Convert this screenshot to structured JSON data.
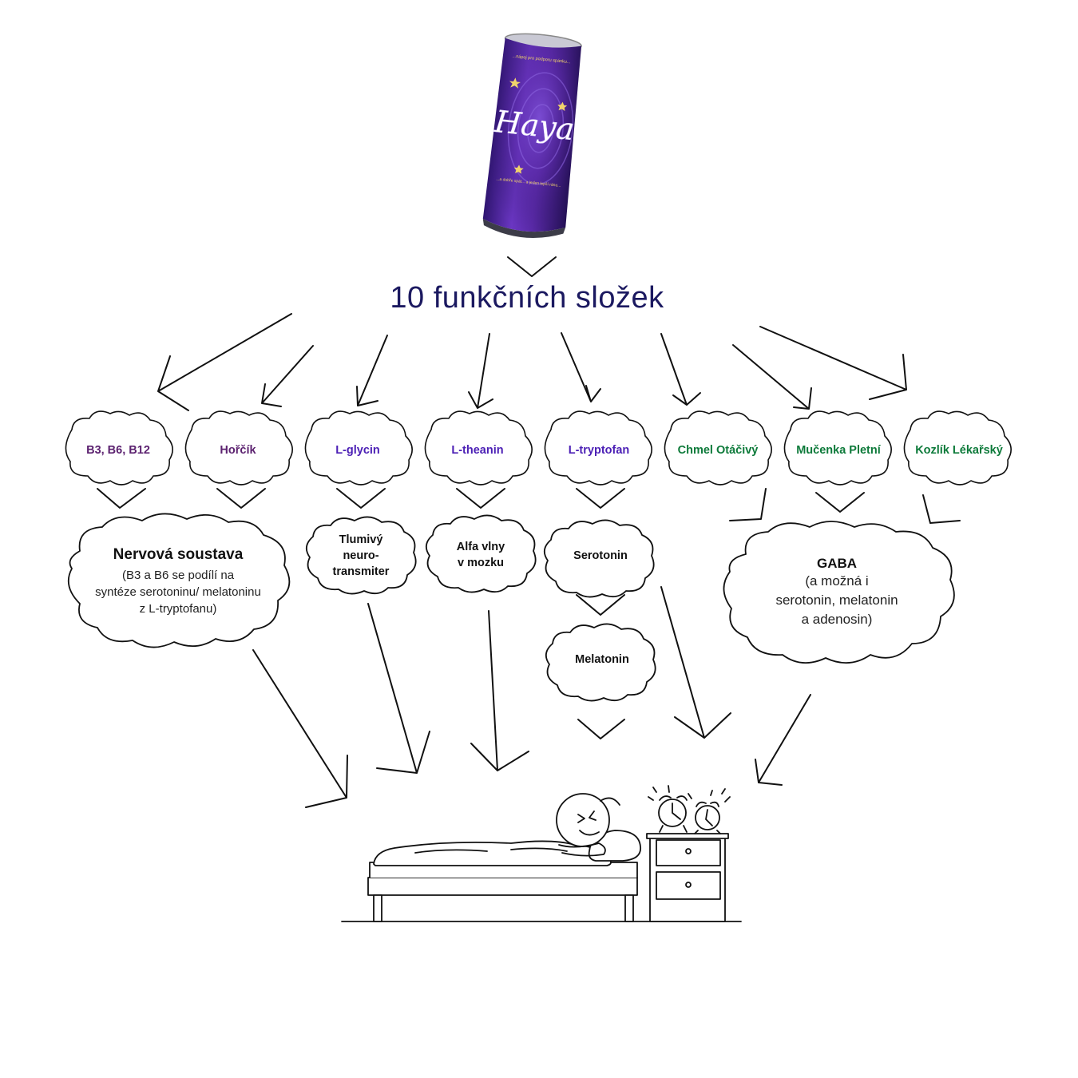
{
  "title": "10 funkčních složek",
  "product": {
    "brand": "Haya",
    "can_top_text": "...nápoj pro podporu spánku...",
    "can_mid_text": "...a dobře spát... a jeden lepší ráno..."
  },
  "ingredients": [
    {
      "label": "B3, B6, B12",
      "color": "#5c2270"
    },
    {
      "label": "Hořčík",
      "color": "#5c2270"
    },
    {
      "label": "L-glycin",
      "color": "#4b1fb5"
    },
    {
      "label": "L-theanin",
      "color": "#4b1fb5"
    },
    {
      "label": "L-tryptofan",
      "color": "#4b1fb5"
    },
    {
      "label": "Chmel Otáčivý",
      "color": "#0d7a3a"
    },
    {
      "label": "Mučenka Pletní",
      "color": "#0d7a3a"
    },
    {
      "label": "Kozlík Lékařský",
      "color": "#0d7a3a"
    }
  ],
  "effects": {
    "nervous_system": {
      "title": "Nervová soustava",
      "line1": "(B3 a B6 se podílí na",
      "line2": "syntéze serotoninu/ melatoninu",
      "line3": "z L-tryptofanu)"
    },
    "inhibitory": {
      "line1": "Tlumivý",
      "line2": "neuro-",
      "line3": "transmiter"
    },
    "alpha": {
      "line1": "Alfa vlny",
      "line2": "v mozku"
    },
    "serotonin": {
      "label": "Serotonin"
    },
    "melatonin": {
      "label": "Melatonin"
    },
    "gaba": {
      "title": "GABA",
      "line1": "(a možná i",
      "line2": "serotonin, melatonin",
      "line3": "a adenosin)"
    }
  },
  "colors": {
    "title": "#1b1960",
    "can_purple": "#5a2aa8",
    "stroke": "#111111"
  }
}
